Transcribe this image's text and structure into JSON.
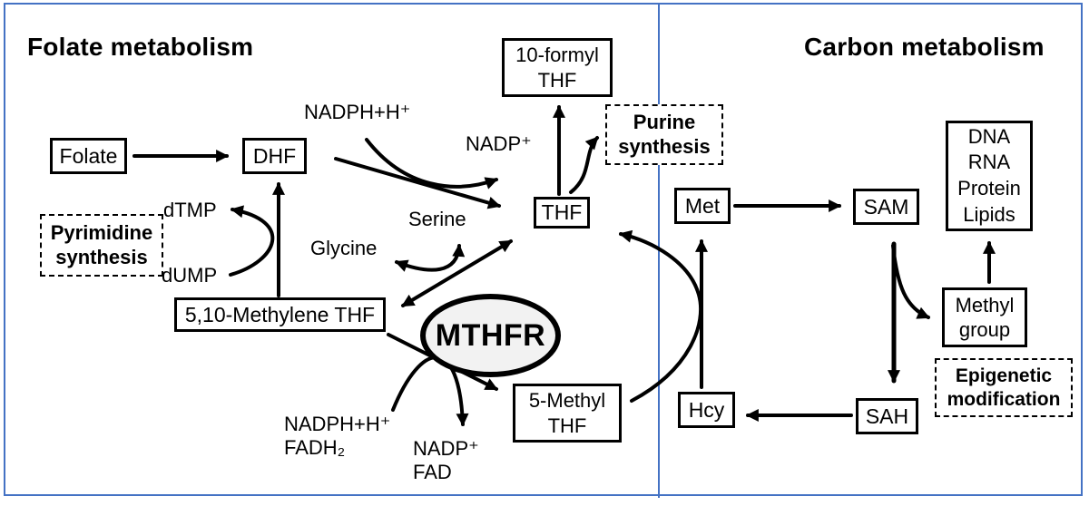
{
  "colors": {
    "panel_border": "#4472c4",
    "line": "#000000",
    "enzyme_fill": "#f2f2f2",
    "text": "#000000"
  },
  "panels": {
    "folate_title": "Folate metabolism",
    "carbon_title": "Carbon metabolism"
  },
  "nodes": {
    "folate": "Folate",
    "dhf": "DHF",
    "formyl_thf": "10-formyl\nTHF",
    "thf": "THF",
    "methylene_thf": "5,10-Methylene THF",
    "methyl_thf": "5-Methyl\nTHF",
    "met": "Met",
    "sam": "SAM",
    "hcy": "Hcy",
    "sah": "SAH",
    "dna_rna": "DNA\nRNA\nProtein\nLipids",
    "methyl_group": "Methyl\ngroup"
  },
  "process_boxes": {
    "pyrimidine": "Pyrimidine\nsynthesis",
    "purine": "Purine\nsynthesis",
    "epigenetic": "Epigenetic\nmodification"
  },
  "enzyme": {
    "mthfr": "MTHFR"
  },
  "labels": {
    "nadph_top": "NADPH+H⁺",
    "nadp_top": "NADP⁺",
    "serine": "Serine",
    "glycine": "Glycine",
    "dtmp": "dTMP",
    "dump": "dUMP",
    "nadph_fadh2": "NADPH+H⁺\nFADH₂",
    "nadp_fad": "NADP⁺\nFAD"
  },
  "edges": [
    {
      "from": "Folate",
      "to": "DHF",
      "bidirectional": false
    },
    {
      "from": "5,10-Methylene THF",
      "to": "DHF",
      "bidirectional": false
    },
    {
      "from": "dUMP",
      "to": "dTMP",
      "bidirectional": false
    },
    {
      "from": "DHF",
      "to": "THF",
      "bidirectional": false
    },
    {
      "from": "NADPH+H⁺",
      "to": "NADP⁺",
      "bidirectional": false
    },
    {
      "from": "THF",
      "to": "10-formyl THF",
      "bidirectional": false
    },
    {
      "from": "THF",
      "to": "Purine synthesis",
      "bidirectional": false
    },
    {
      "from": "THF",
      "to": "5,10-Methylene THF",
      "bidirectional": true
    },
    {
      "from": "Serine",
      "to": "Glycine",
      "bidirectional": true
    },
    {
      "from": "5,10-Methylene THF",
      "to": "5-Methyl THF",
      "bidirectional": false,
      "enzyme": "MTHFR"
    },
    {
      "from": "NADPH+H⁺ FADH₂",
      "to": "NADP⁺ FAD",
      "bidirectional": false,
      "enzyme": "MTHFR"
    },
    {
      "from": "5-Methyl THF",
      "to": "THF",
      "bidirectional": false
    },
    {
      "from": "Hcy",
      "to": "Met",
      "bidirectional": false
    },
    {
      "from": "Met",
      "to": "SAM",
      "bidirectional": false
    },
    {
      "from": "SAM",
      "to": "SAH",
      "bidirectional": false
    },
    {
      "from": "SAM",
      "to": "Methyl group",
      "bidirectional": false
    },
    {
      "from": "SAH",
      "to": "Hcy",
      "bidirectional": false
    },
    {
      "from": "Methyl group",
      "to": "DNA RNA Protein Lipids",
      "bidirectional": false
    }
  ]
}
